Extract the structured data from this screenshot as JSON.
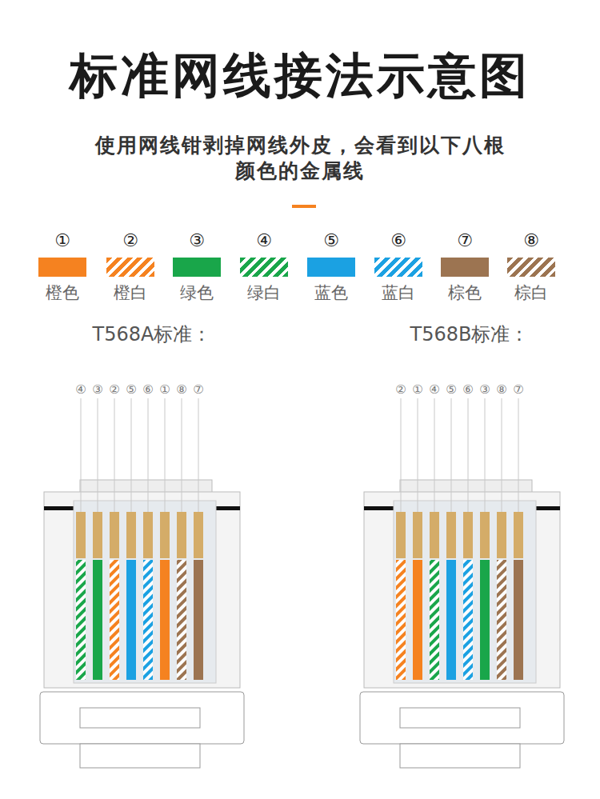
{
  "diagram": {
    "title": "标准网线接法示意图",
    "labels": [
      "使用网线钳剥掉网线外皮，会看到以下八根颜色的金属线",
      "①",
      "②",
      "③",
      "④",
      "⑤",
      "⑥",
      "⑦",
      "⑧",
      "T568A标准：",
      "T568B标准：",
      "④",
      "③",
      "②",
      "⑤",
      "⑥",
      "①",
      "⑧",
      "⑦",
      "②",
      "①",
      "④",
      "⑤",
      "⑥",
      "③",
      "⑧",
      "⑦"
    ],
    "legend": [
      {
        "text": "橙色",
        "color": "#f58220"
      },
      {
        "text": "橙白",
        "color": "#f58220"
      },
      {
        "text": "绿色",
        "color": "#19a64a"
      },
      {
        "text": "绿白",
        "color": "#19a64a"
      },
      {
        "text": "蓝色",
        "color": "#1ba1e2"
      },
      {
        "text": "蓝白",
        "color": "#1ba1e2"
      },
      {
        "text": "棕色",
        "color": "#9c7451"
      },
      {
        "text": "棕白",
        "color": "#9c7451"
      }
    ]
  }
}
